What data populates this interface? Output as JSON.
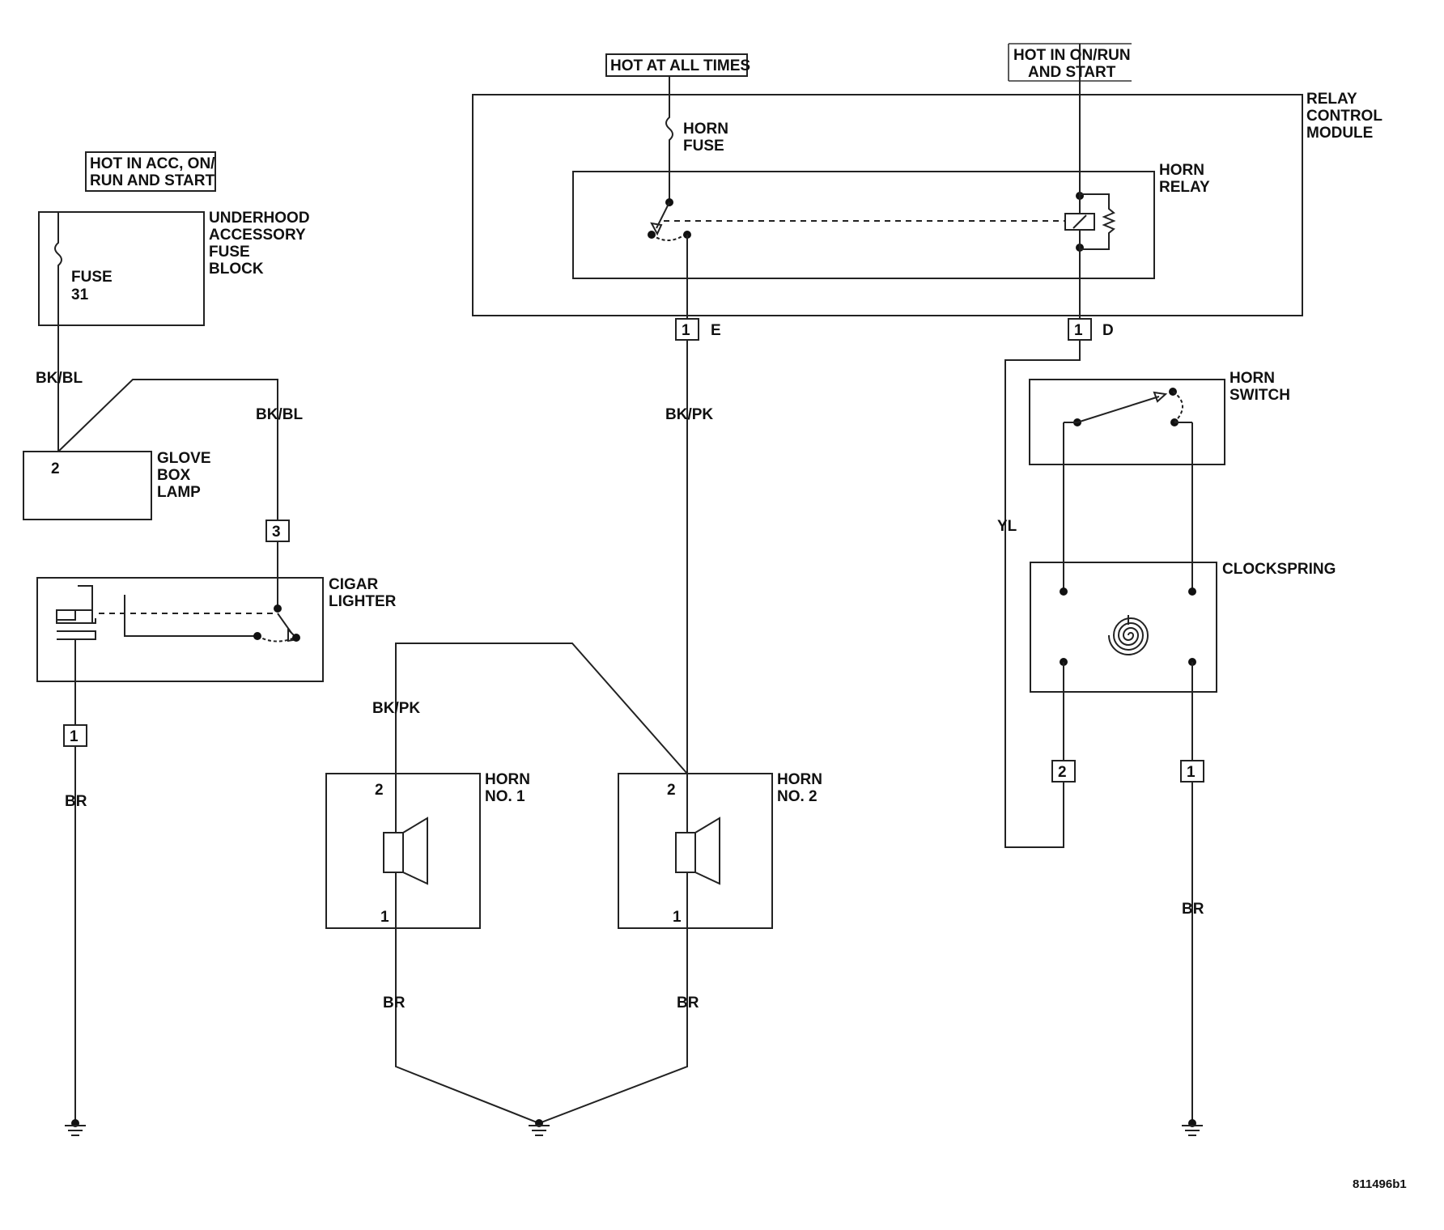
{
  "power_labels": {
    "hot_acc": [
      "HOT IN ACC, ON/",
      "RUN AND START"
    ],
    "hot_always": "HOT AT ALL TIMES",
    "hot_run": [
      "HOT IN ON/RUN",
      "AND START"
    ]
  },
  "components": {
    "fuse_block": [
      "UNDERHOOD",
      "ACCESSORY",
      "FUSE",
      "BLOCK"
    ],
    "fuse31": [
      "FUSE",
      "31"
    ],
    "glove_box_lamp": [
      "GLOVE",
      "BOX",
      "LAMP"
    ],
    "glove_pin": "2",
    "cigar_lighter": [
      "CIGAR",
      "LIGHTER"
    ],
    "relay_module": [
      "RELAY",
      "CONTROL",
      "MODULE"
    ],
    "horn_fuse": [
      "HORN",
      "FUSE"
    ],
    "horn_relay": [
      "HORN",
      "RELAY"
    ],
    "horn_switch": [
      "HORN",
      "SWITCH"
    ],
    "clockspring": "CLOCKSPRING",
    "horn1": [
      "HORN",
      "NO. 1"
    ],
    "horn2": [
      "HORN",
      "NO. 2"
    ]
  },
  "connectors": {
    "cigar_3": "3",
    "cigar_1": "1",
    "module_e_pin": "1",
    "module_e_id": "E",
    "module_d_pin": "1",
    "module_d_id": "D",
    "clock_2": "2",
    "clock_1": "1",
    "horn1_top": "2",
    "horn1_bot": "1",
    "horn2_top": "2",
    "horn2_bot": "1"
  },
  "wire_colors": {
    "bkbl_left": "BK/BL",
    "bkbl_right": "BK/BL",
    "br_cigar": "BR",
    "bkpk_main": "BK/PK",
    "bkpk_horn1": "BK/PK",
    "br_horn1": "BR",
    "br_horn2": "BR",
    "yl": "YL",
    "br_clock": "BR"
  },
  "figure_id": "811496b1"
}
